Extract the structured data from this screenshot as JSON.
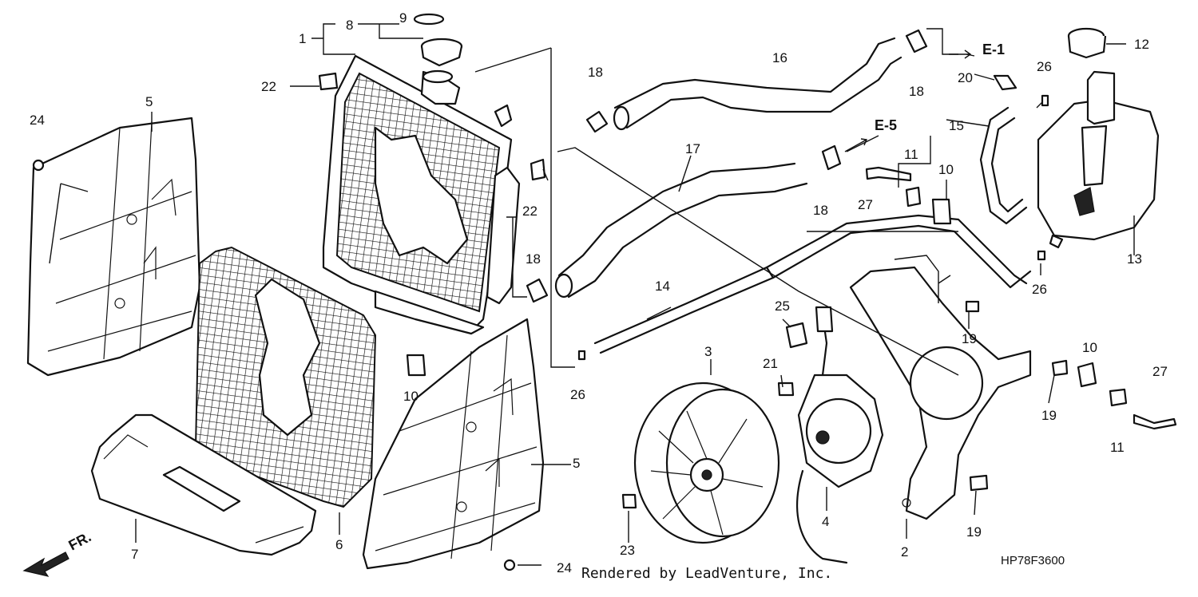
{
  "diagram": {
    "callouts": [
      "1",
      "2",
      "3",
      "4",
      "5",
      "5",
      "6",
      "7",
      "8",
      "9",
      "10",
      "10",
      "10",
      "11",
      "11",
      "12",
      "13",
      "14",
      "15",
      "16",
      "17",
      "18",
      "18",
      "18",
      "18",
      "19",
      "19",
      "19",
      "20",
      "21",
      "22",
      "22",
      "23",
      "24",
      "24",
      "25",
      "26",
      "26",
      "26",
      "27",
      "27"
    ],
    "refs": {
      "e1": "E-1",
      "e5": "E-5"
    },
    "direction": "FR."
  },
  "footer": {
    "credit": "Rendered by LeadVenture, Inc.",
    "diagram_code": "HP78F3600"
  }
}
